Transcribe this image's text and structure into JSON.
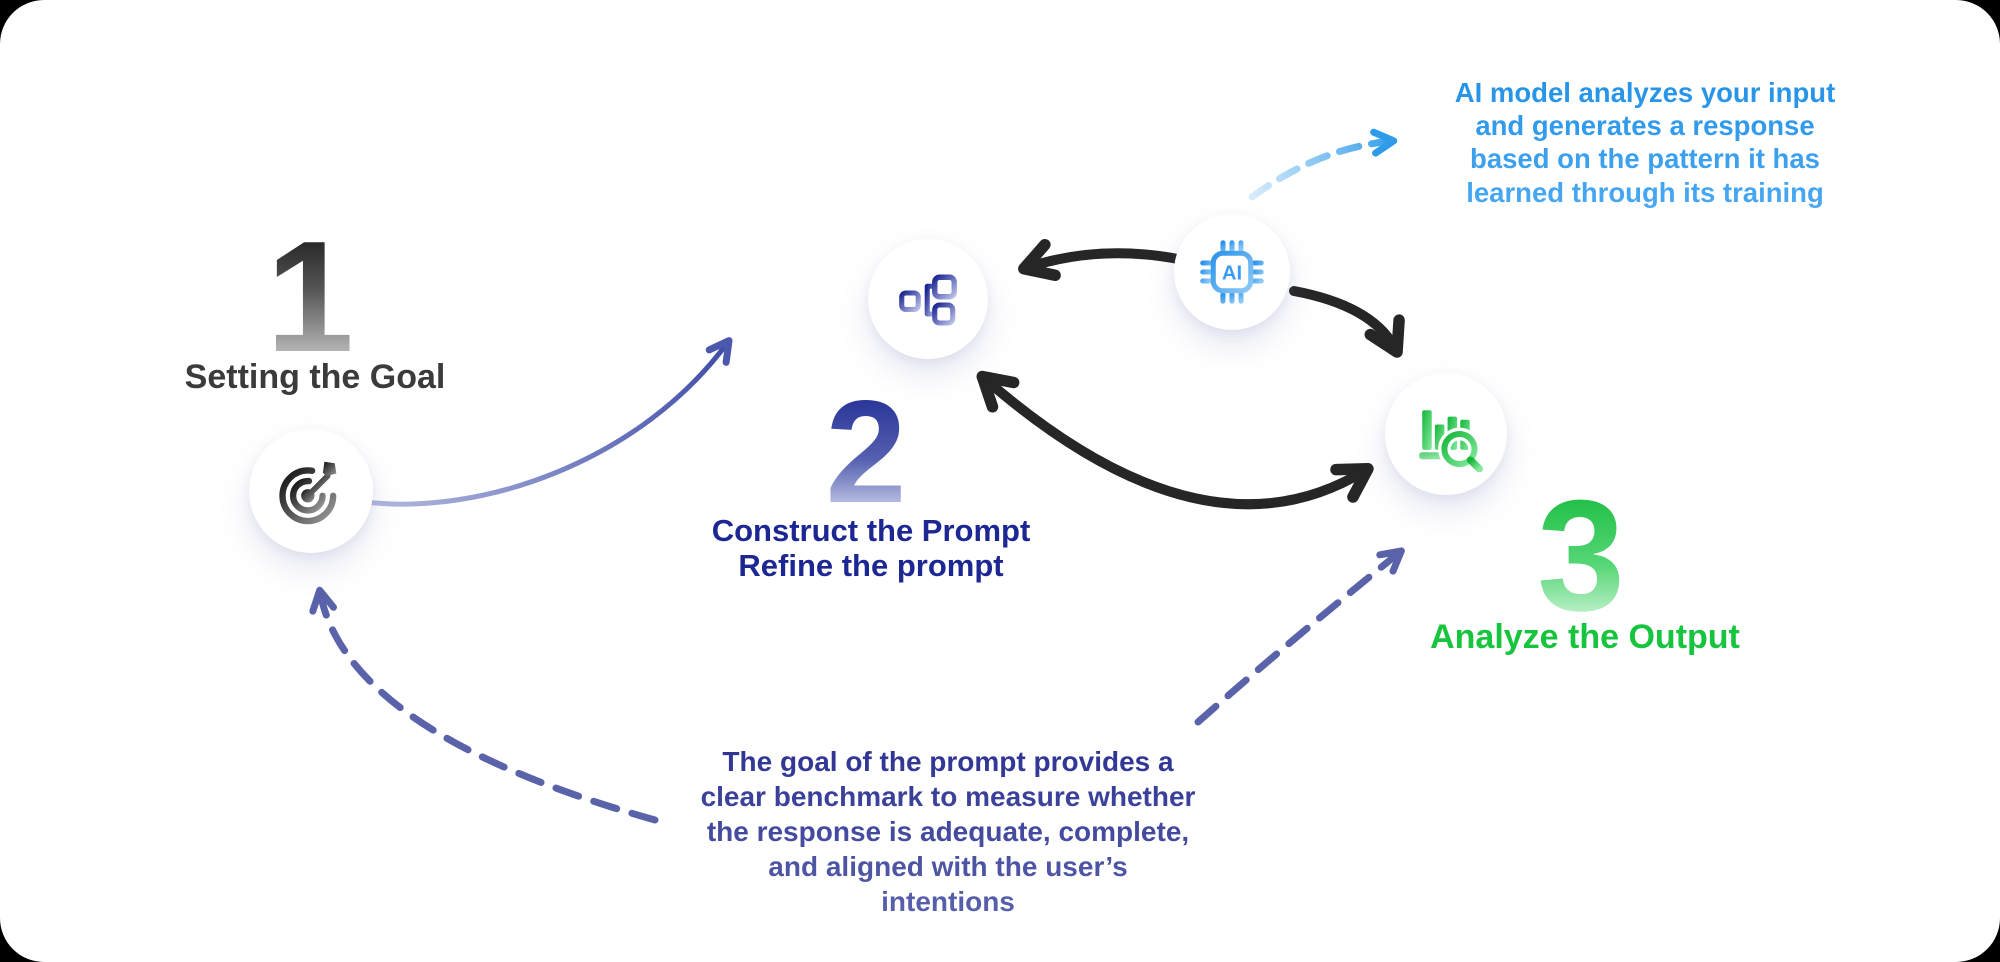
{
  "diagram_title": "Prompting cycle infographic",
  "steps": [
    {
      "number": "1",
      "title": "Setting the Goal",
      "icon": "target-icon",
      "accent": "#3b3b3b"
    },
    {
      "number": "2",
      "title_line1": "Construct the Prompt",
      "title_line2": "Refine the prompt",
      "icon": "flowchart-icon",
      "accent": "#1c2793"
    },
    {
      "number": "3",
      "title": "Analyze the Output",
      "icon": "chart-search-icon",
      "accent": "#17c43d"
    }
  ],
  "notes": {
    "ai": {
      "lines": [
        "AI model analyzes your input",
        "and generates a response",
        "based on the pattern it has",
        "learned through its training"
      ],
      "color": "#2f9ce9"
    },
    "goal": {
      "lines": [
        "The goal of the prompt provides a",
        "clear benchmark to measure whether",
        "the response is adequate, complete,",
        "and aligned with the user’s intentions"
      ],
      "color": "#3a4096"
    }
  },
  "icons": {
    "ai_chip_label": "AI",
    "names": [
      "target-icon",
      "flowchart-icon",
      "ai-chip-icon",
      "chart-search-icon"
    ]
  },
  "colors": {
    "card_bg": "#ffffff",
    "outside_bg": "#000000",
    "arrow_black": "#262626",
    "arrow_purple": "#4c58ad",
    "arrow_navy_dashed": "#5a63a9",
    "arrow_blue_dashed": "#2f9ce9",
    "icon_blue": "#3b9bf0",
    "icon_navy": "#1b2590",
    "icon_green": "#14b637",
    "icon_dark": "#141414"
  }
}
